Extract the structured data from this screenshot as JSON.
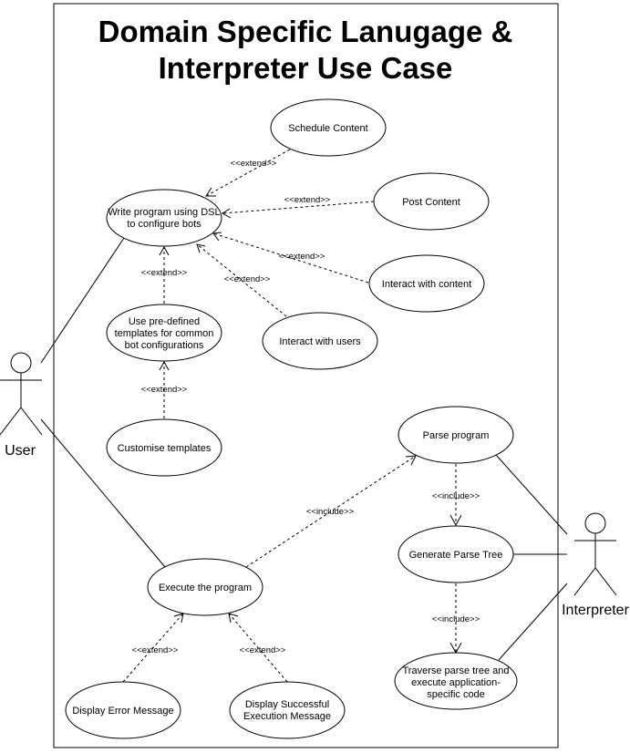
{
  "title": [
    "Domain Specific Lanugage &",
    "Interpreter Use Case"
  ],
  "actors": {
    "user": "User",
    "interpreter": "Interpreter"
  },
  "use_cases": {
    "schedule": [
      "Schedule Content"
    ],
    "write": [
      "Write program using DSL",
      "to configure bots"
    ],
    "post": [
      "Post Content"
    ],
    "interact_content": [
      "Interact with content"
    ],
    "templates": [
      "Use pre-defined",
      "templates for common",
      "bot configurations"
    ],
    "interact_users": [
      "Interact with users"
    ],
    "customise": [
      "Customise templates"
    ],
    "parse": [
      "Parse program"
    ],
    "gen_tree": [
      "Generate Parse Tree"
    ],
    "execute": [
      "Execute the program"
    ],
    "traverse": [
      "Traverse parse tree and",
      "execute application-",
      "specific code"
    ],
    "error": [
      "Display Error Message"
    ],
    "success": [
      "Display Successful",
      "Execution Message"
    ]
  },
  "relationships": {
    "extend": "<<extend>>",
    "include": "<<include>>"
  }
}
